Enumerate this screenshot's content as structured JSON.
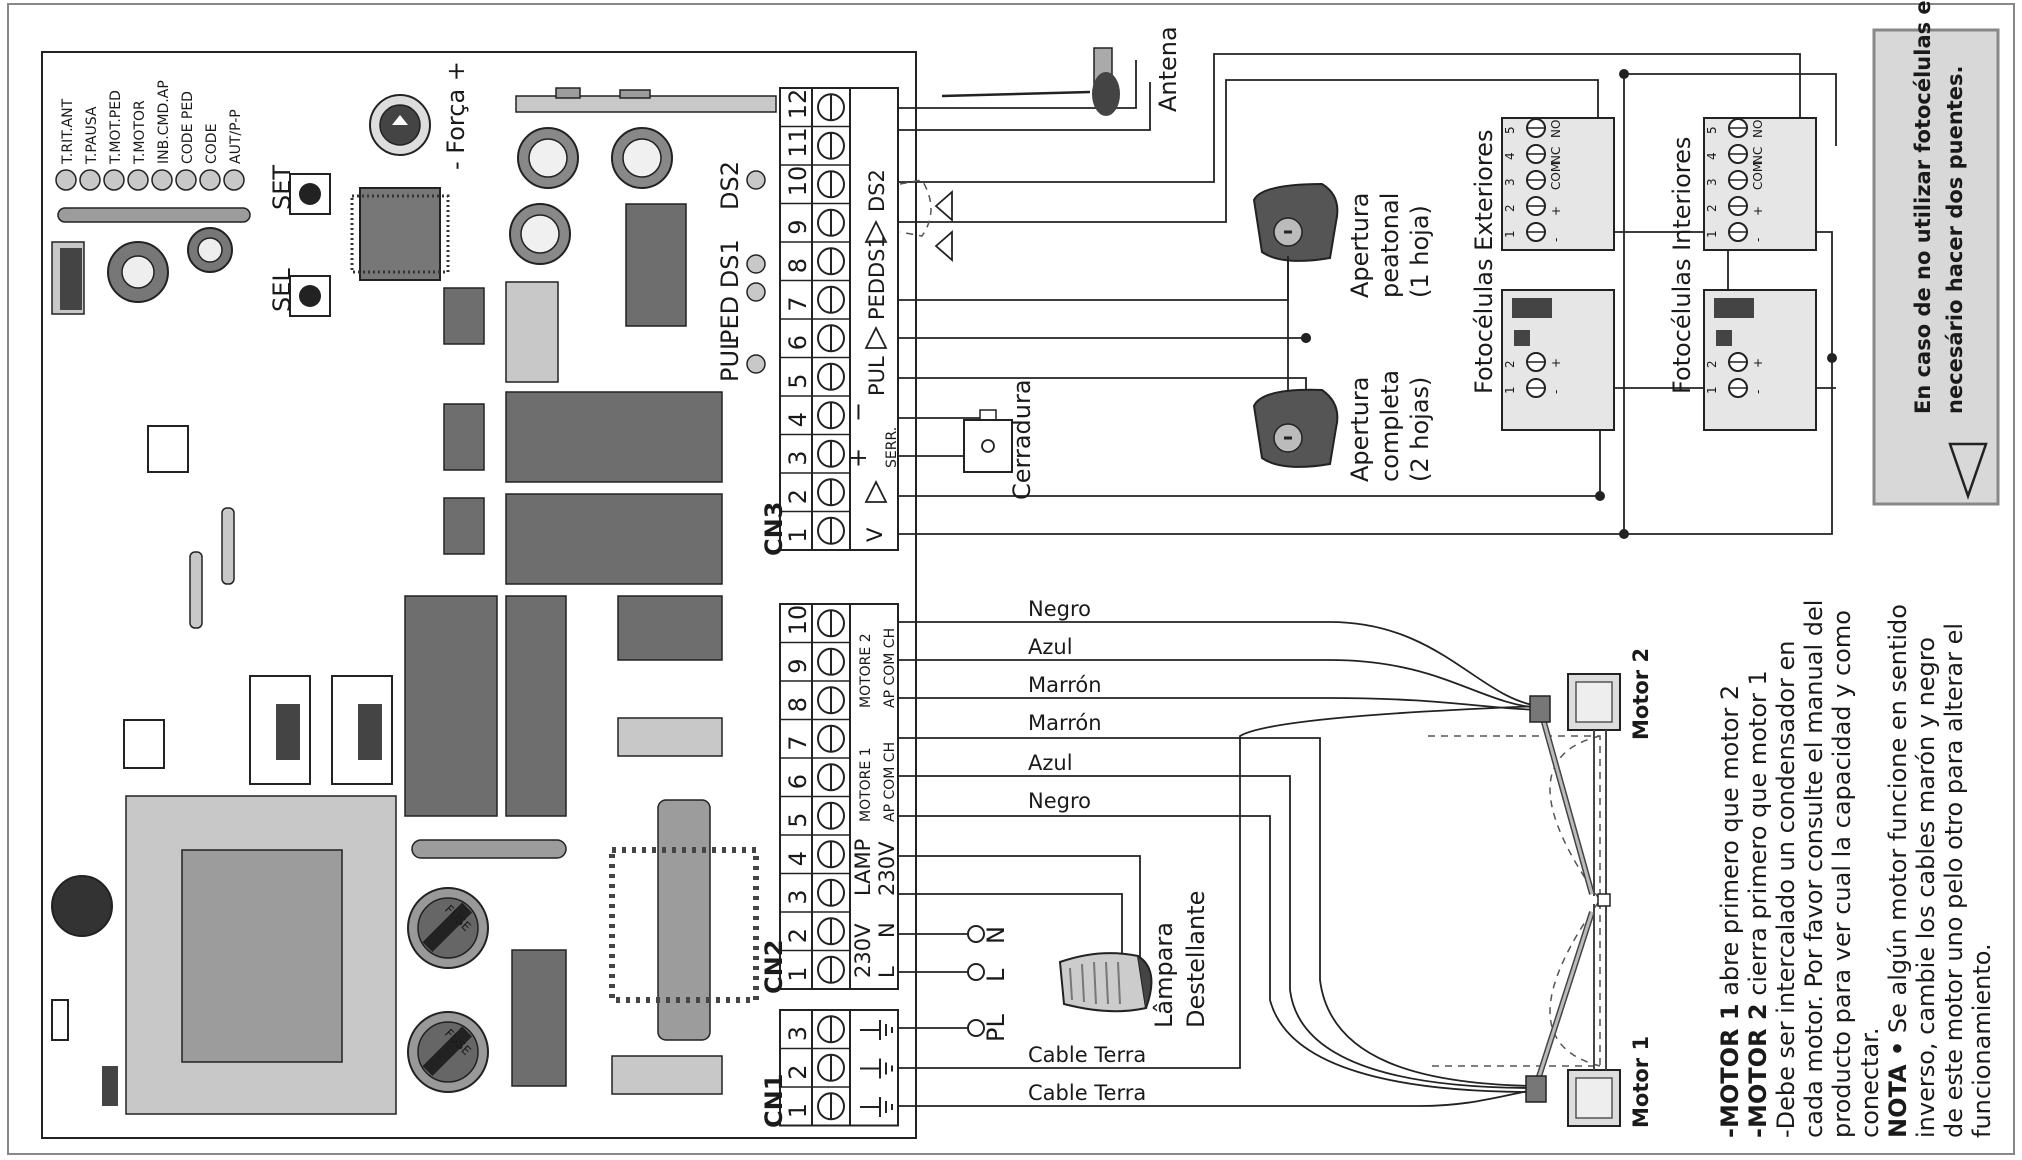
{
  "board": {
    "dip_labels": [
      "T.RIT.ANT",
      "T.PAUSA",
      "T.MOT.PED",
      "T.MOTOR",
      "INB.CMD.AP",
      "CODE PED",
      "CODE",
      "AUT/P-P"
    ],
    "forca_label": "- Força +",
    "set_label": "SET",
    "sel_label": "SEL",
    "led_labels": {
      "ds2": "DS2",
      "ped_ds1": "PED DS1",
      "pul": "PUL"
    },
    "fuse_label": "FUSE"
  },
  "cn3": {
    "name": "CN3",
    "numbers": [
      "1",
      "2",
      "3",
      "4",
      "5",
      "6",
      "7",
      "8",
      "9",
      "10",
      "11",
      "12"
    ],
    "func_v": "V",
    "func_plus": "+",
    "func_minus": "−",
    "func_serr": "SERR.",
    "func_pul": "PUL",
    "func_ped": "PED",
    "func_ds1": "DS1",
    "func_ds2": "DS2"
  },
  "cn2": {
    "name": "CN2",
    "numbers": [
      "1",
      "2",
      "3",
      "4",
      "5",
      "6",
      "7",
      "8",
      "9",
      "10"
    ],
    "func_230v": "230V",
    "func_l": "L",
    "func_n": "N",
    "func_lamp": "LAMP",
    "func_lamp_v": "230V",
    "func_motore1": "MOTORE 1",
    "func_motore2": "MOTORE 2",
    "func_apcomch": "AP COM CH"
  },
  "cn1": {
    "name": "CN1",
    "numbers": [
      "1",
      "2",
      "3"
    ]
  },
  "external": {
    "antena": "Antena",
    "apertura_peatonal": [
      "Apertura",
      "peatonal",
      "(1 hoja)"
    ],
    "apertura_completa": [
      "Apertura",
      "completa",
      "(2 hojas)"
    ],
    "cerradura": "Cerradura",
    "fotocelulas_exteriores": "Fotocélulas Exteriores",
    "fotocelulas_interiores": "Fotocélulas Interiores",
    "fotocell_terms_top": [
      "1",
      "2",
      "3",
      "4",
      "5"
    ],
    "fotocell_terms_bottom": [
      "1",
      "2"
    ],
    "fotocell_func": [
      "-",
      "+",
      "COM",
      "NC",
      "NO"
    ],
    "fotocell_func_bottom": [
      "-",
      "+"
    ],
    "lampara": [
      "Lâmpara",
      "Destellante"
    ],
    "supply": {
      "n": "N",
      "l": "L",
      "pl": "PL"
    },
    "motor1": "Motor 1",
    "motor2": "Motor 2",
    "cable_terra": "Cable Terra"
  },
  "wires": {
    "m2_negro": "Negro",
    "m2_azul": "Azul",
    "m2_marron": "Marrón",
    "m1_marron": "Marrón",
    "m1_azul": "Azul",
    "m1_negro": "Negro",
    "terra_1": "Cable Terra",
    "terra_2": "Cable Terra"
  },
  "warning": {
    "line1": "En caso de no utilizar fotocélulas es",
    "line2": "necesário hacer dos puentes."
  },
  "notes": {
    "l1_bold": "-MOTOR 1",
    "l1_rest": " abre primero que motor 2",
    "l2_bold": "-MOTOR 2",
    "l2_rest": " cierra primero que motor 1",
    "l3": "-Debe ser intercalado un condensador en",
    "l4": "cada motor. Por favor consulte el manual del",
    "l5": "producto para ver cual la capacidad y como",
    "l6": "conectar.",
    "l7_bold": "NOTA •",
    "l7_rest": " Se algún motor funcione en sentido",
    "l8": "inverso, cambie los cables marón y negro",
    "l9": "de este motor uno pelo otro para alterar el",
    "l10": "funcionamiento."
  }
}
